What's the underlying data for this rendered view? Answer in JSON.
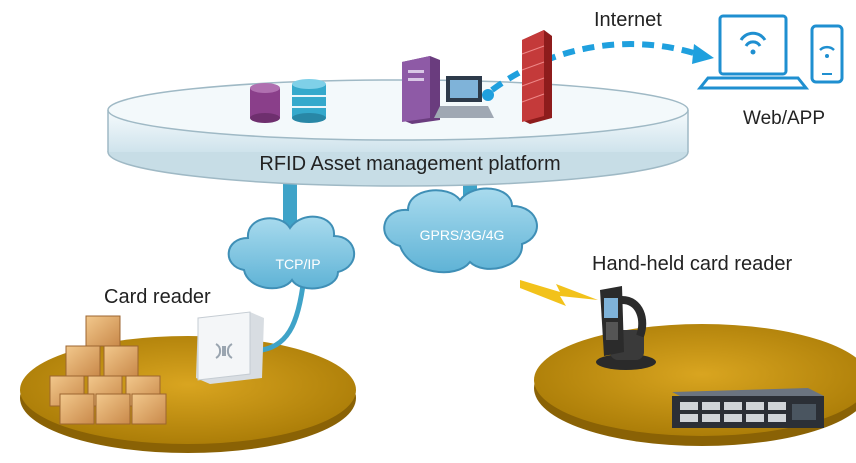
{
  "labels": {
    "platform": "RFID Asset management platform",
    "internet": "Internet",
    "web_app": "Web/APP",
    "tcp_ip": "TCP/IP",
    "gprs": "GPRS/3G/4G",
    "card_reader": "Card reader",
    "handheld_reader": "Hand-held card reader"
  },
  "colors": {
    "platform_fill": "#e6f4f8",
    "platform_edge": "#9fb9c5",
    "cloud_fill": "#7fc3dd",
    "cloud_edge": "#3f8fb6",
    "connector": "#3fa3c8",
    "internet_link": "#1fa0de",
    "gold_disc": "#b8860b",
    "lightning": "#f2c21b",
    "firewall": "#b42a2a",
    "server_purple": "#8a3f8a"
  },
  "icons": [
    "database-icon",
    "database-stack-icon",
    "server-tower-icon",
    "desktop-computer-icon",
    "firewall-icon",
    "laptop-wifi-icon",
    "smartphone-wifi-icon",
    "box-stack-icon",
    "rfid-reader-icon",
    "handheld-reader-icon",
    "rack-server-icon",
    "lightning-icon"
  ]
}
